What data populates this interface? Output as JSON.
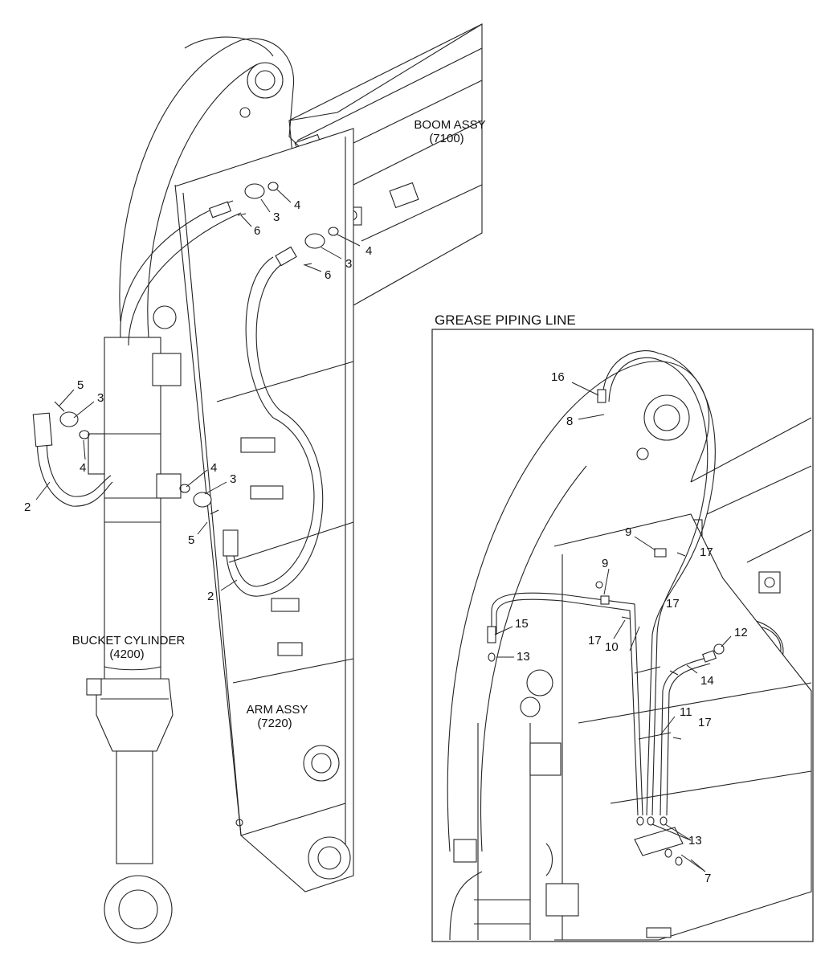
{
  "assemblies": {
    "boom_name": "BOOM ASSY",
    "boom_code": "(7100)",
    "arm_name": "ARM ASSY",
    "arm_code": "(7220)",
    "bucket_name": "BUCKET CYLINDER",
    "bucket_code": "(4200)"
  },
  "inset": {
    "title": "GREASE PIPING LINE"
  },
  "callouts": {
    "main": {
      "c4a": "4",
      "c3a": "3",
      "c6a": "6",
      "c4b": "4",
      "c3b": "3",
      "c6b": "6",
      "c5a": "5",
      "c3c": "3",
      "c4c": "4",
      "c2a": "2",
      "c4d": "4",
      "c3d": "3",
      "c5b": "5",
      "c2b": "2"
    },
    "inset": {
      "c16": "16",
      "c8": "8",
      "c9a": "9",
      "c17a": "17",
      "c9b": "9",
      "c15": "15",
      "c17b": "17",
      "c17c": "17",
      "c10": "10",
      "c13a": "13",
      "c12": "12",
      "c14": "14",
      "c11": "11",
      "c17d": "17",
      "c13b": "13",
      "c7": "7"
    }
  }
}
